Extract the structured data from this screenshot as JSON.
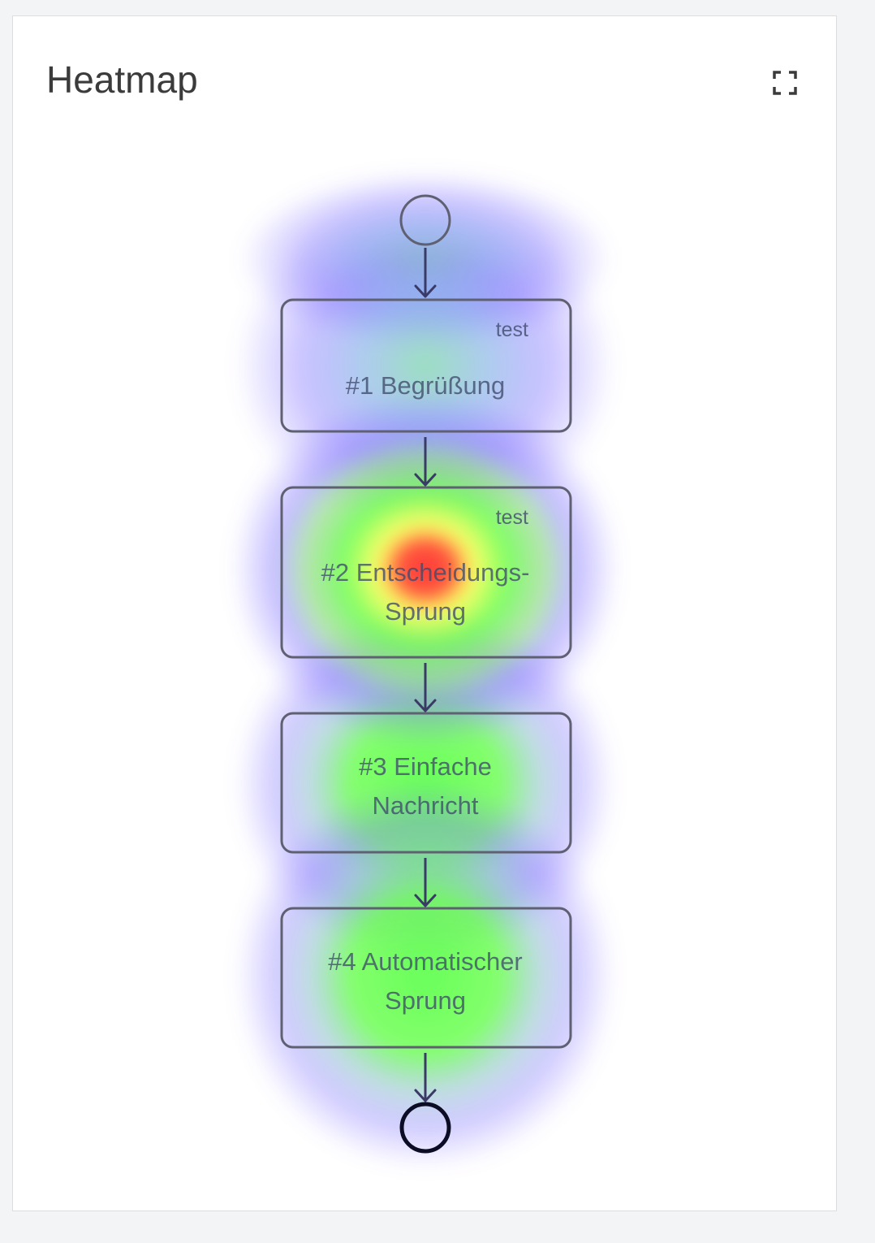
{
  "card": {
    "title": "Heatmap",
    "expand_icon": "fullscreen-icon"
  },
  "flow": {
    "start_icon": "start-event-icon",
    "end_icon": "end-event-icon",
    "nodes": [
      {
        "id": 1,
        "tag": "test",
        "label_lines": [
          "#1 Begrüßung"
        ],
        "heat": 0.25
      },
      {
        "id": 2,
        "tag": "test",
        "label_lines": [
          "#2 Entscheidungs-",
          "Sprung"
        ],
        "heat": 1.0
      },
      {
        "id": 3,
        "tag": "",
        "label_lines": [
          "#3 Einfache",
          "Nachricht"
        ],
        "heat": 0.55
      },
      {
        "id": 4,
        "tag": "",
        "label_lines": [
          "#4 Automatischer",
          "Sprung"
        ],
        "heat": 0.5
      }
    ]
  },
  "colors": {
    "heat_low": "#7b6bff",
    "heat_mid": "#4dff3c",
    "heat_high": "#ff2b2b",
    "node_border": "#5f6071",
    "edge": "#3a3a66"
  }
}
